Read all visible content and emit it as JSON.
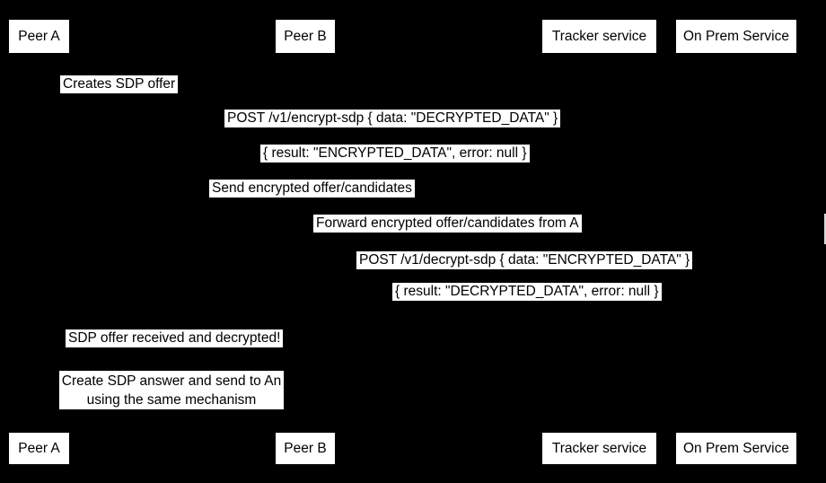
{
  "diagram": {
    "type": "sequence-diagram",
    "colors": {
      "background": "#000000",
      "box_background": "#ffffff",
      "text": "#000000"
    },
    "actors": [
      {
        "label": "Peer A"
      },
      {
        "label": "Peer B"
      },
      {
        "label": "Tracker service"
      },
      {
        "label": "On Prem Service"
      }
    ],
    "messages": [
      {
        "label": "Creates SDP offer"
      },
      {
        "label": "POST /v1/encrypt-sdp { data: \"DECRYPTED_DATA\" }"
      },
      {
        "label": "{ result: \"ENCRYPTED_DATA\", error: null }"
      },
      {
        "label": "Send encrypted offer/candidates"
      },
      {
        "label": "Forward encrypted offer/candidates from A"
      },
      {
        "label": "POST /v1/decrypt-sdp { data: \"ENCRYPTED_DATA\" }"
      },
      {
        "label": "{ result: \"DECRYPTED_DATA\", error: null }"
      },
      {
        "label": "SDP offer received and decrypted!"
      }
    ],
    "note": {
      "line1": "Create SDP answer and send to An",
      "line2": "using the same mechanism"
    }
  }
}
